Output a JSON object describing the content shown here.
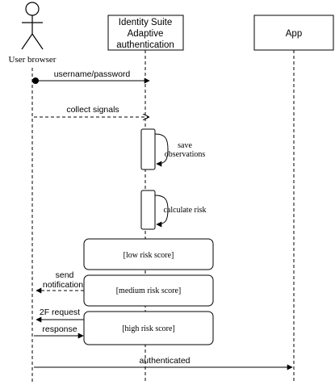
{
  "actors": {
    "user": {
      "label": "User browser"
    },
    "adaptive": {
      "line1": "Identity Suite",
      "line2": "Adaptive",
      "line3": "authentication"
    },
    "app": {
      "label": "App"
    }
  },
  "messages": {
    "username_password": "username/password",
    "collect_signals": "collect signals",
    "send_notification_1": "send",
    "send_notification_2": "notification",
    "twofa_request": "2F request",
    "response": "response",
    "authenticated": "authenticated"
  },
  "self_calls": {
    "save_observations_1": "save",
    "save_observations_2": "observations",
    "calculate_risk": "calculate risk"
  },
  "fragments": {
    "low": "[low risk score]",
    "medium": "[medium risk score]",
    "high": "[high risk score]"
  }
}
